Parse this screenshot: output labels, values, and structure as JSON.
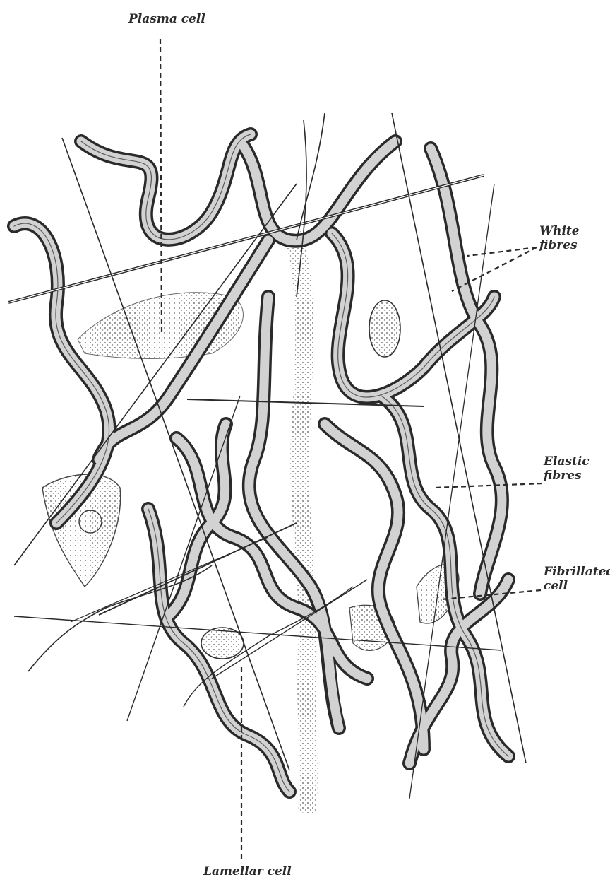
{
  "labels": {
    "plasma_cell": "Plasma cell",
    "white_fibres": [
      "White",
      "fibres"
    ],
    "elastic_fibres": [
      "Elastic",
      "fibres"
    ],
    "fibrillated_cell": [
      "Fibrillated",
      "cell"
    ],
    "lamellar_cell": "Lamellar cell"
  },
  "colors": {
    "ink": "#2a2a2a",
    "fibre_fill": "#cfcfcf",
    "background": "#ffffff"
  }
}
